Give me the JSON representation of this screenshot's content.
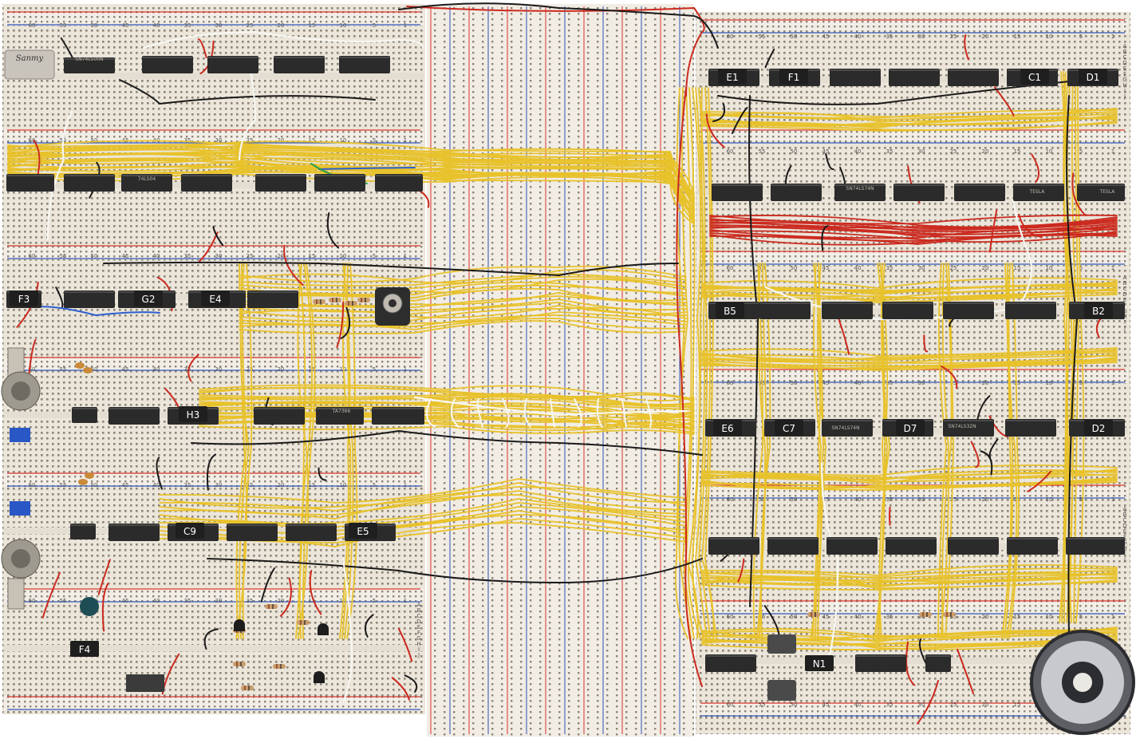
{
  "chip_labels": [
    "E1",
    "F1",
    "C1",
    "D1",
    "F3",
    "G2",
    "E4",
    "B5",
    "B2",
    "H3",
    "E6",
    "C7",
    "D7",
    "D2",
    "C9",
    "E5",
    "F4",
    "N1"
  ],
  "printed_chip_text": [
    "Sanmy",
    "TESLA",
    "SN74LS74N",
    "74LS04",
    "SN74LS00N",
    "TA7366",
    "SN74LS32N"
  ],
  "rail_numbers": [
    "60",
    "55",
    "50",
    "45",
    "40",
    "35",
    "30",
    "25",
    "20",
    "15",
    "10",
    "5",
    "1"
  ],
  "row_letters": [
    "A",
    "B",
    "C",
    "D",
    "E",
    "F",
    "G",
    "H",
    "I",
    "J"
  ],
  "colors": {
    "board": "#ece6dc",
    "rail_red": "#d9342b",
    "rail_blue": "#2f55b5",
    "chip": "#2b2b2b",
    "wire_yellow": "#e8c22b",
    "wire_red": "#cc2a1f",
    "wire_black": "#1a1a1a",
    "wire_white": "#f7f7f2"
  }
}
